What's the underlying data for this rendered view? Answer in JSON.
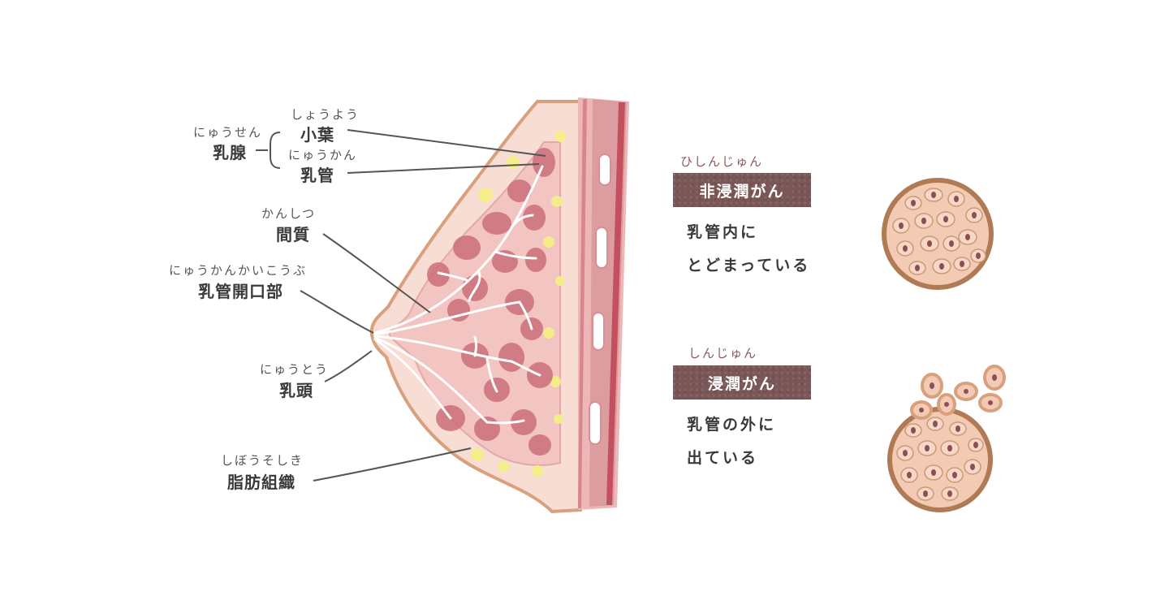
{
  "labels": {
    "nyusen": {
      "ruby": "にゅうせん",
      "term": "乳腺"
    },
    "shoyo": {
      "ruby": "しょうよう",
      "term": "小葉"
    },
    "nyukan": {
      "ruby": "にゅうかん",
      "term": "乳管"
    },
    "kanshitsu": {
      "ruby": "かんしつ",
      "term": "間質"
    },
    "kaikoubu": {
      "ruby": "にゅうかんかいこうぶ",
      "term": "乳管開口部"
    },
    "nyuto": {
      "ruby": "にゅうとう",
      "term": "乳頭"
    },
    "shibou": {
      "ruby": "しぼうそしき",
      "term": "脂肪組織"
    }
  },
  "noninvasive": {
    "ruby": "ひしんじゅん",
    "title": "非浸潤がん",
    "line1": "乳管内に",
    "line2": "とどまっている"
  },
  "invasive": {
    "ruby": "しんじゅん",
    "title": "浸潤がん",
    "line1": "乳管の外に",
    "line2": "出ている"
  },
  "colors": {
    "skin_outline": "#d9a07e",
    "skin_fill": "#f7ddd3",
    "gland_fill": "#f2c4c2",
    "lobule": "#cc6f7a",
    "fat": "#f6ef88",
    "muscle": "#dc9da0",
    "badge": "#7a5656",
    "cell_outline": "#b07a55",
    "cell_fill": "#f3cbb4",
    "nucleus": "#8c5054"
  }
}
